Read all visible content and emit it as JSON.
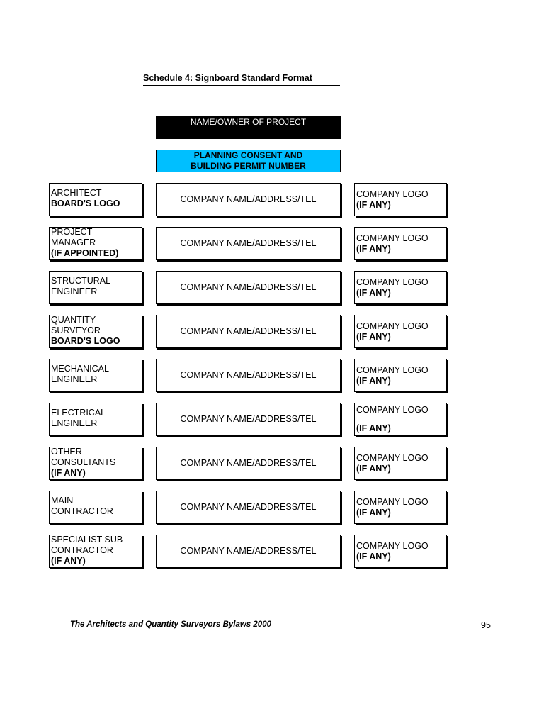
{
  "title": "Schedule 4: Signboard Standard Format",
  "owner_box": "NAME/OWNER OF PROJECT",
  "permit_box": {
    "line1": "PLANNING CONSENT AND",
    "line2": "BUILDING PERMIT NUMBER"
  },
  "rows": [
    {
      "role_lines": [
        "ARCHITECT"
      ],
      "role_bold": "BOARD'S LOGO",
      "company": "COMPANY NAME/ADDRESS/TEL",
      "logo": "COMPANY LOGO",
      "logo_bold": "(IF ANY)"
    },
    {
      "role_lines": [
        "PROJECT",
        "MANAGER"
      ],
      "role_bold": "(IF APPOINTED)",
      "company": "COMPANY NAME/ADDRESS/TEL",
      "logo": "COMPANY LOGO",
      "logo_bold": "(IF ANY)"
    },
    {
      "role_lines": [
        "STRUCTURAL",
        "ENGINEER"
      ],
      "role_bold": "",
      "company": "COMPANY NAME/ADDRESS/TEL",
      "logo": "COMPANY LOGO",
      "logo_bold": "(IF ANY)"
    },
    {
      "role_lines": [
        "QUANTITY",
        "SURVEYOR"
      ],
      "role_bold": "BOARD'S LOGO",
      "company": "COMPANY NAME/ADDRESS/TEL",
      "logo": "COMPANY LOGO",
      "logo_bold": "(IF ANY)"
    },
    {
      "role_lines": [
        "MECHANICAL",
        "ENGINEER"
      ],
      "role_bold": "",
      "company": "COMPANY NAME/ADDRESS/TEL",
      "logo": "COMPANY LOGO",
      "logo_bold": "(IF ANY)"
    },
    {
      "role_lines": [
        "ELECTRICAL",
        "ENGINEER"
      ],
      "role_bold": "",
      "company": "COMPANY NAME/ADDRESS/TEL",
      "logo": "COMPANY LOGO",
      "logo_bold": "(IF ANY)"
    },
    {
      "role_lines": [
        "OTHER",
        "CONSULTANTS"
      ],
      "role_bold": "(IF ANY)",
      "company": "COMPANY NAME/ADDRESS/TEL",
      "logo": "COMPANY LOGO",
      "logo_bold": "(IF ANY)"
    },
    {
      "role_lines": [
        "MAIN",
        "CONTRACTOR"
      ],
      "role_bold": "",
      "company": "COMPANY NAME/ADDRESS/TEL",
      "logo": "COMPANY LOGO",
      "logo_bold": "(IF ANY)"
    },
    {
      "role_lines": [
        "SPECIALIST SUB-",
        "CONTRACTOR"
      ],
      "role_bold": "(IF ANY)",
      "company": "COMPANY NAME/ADDRESS/TEL",
      "logo": "COMPANY LOGO",
      "logo_bold": "(IF ANY)"
    }
  ],
  "footer": "The Architects and Quantity Surveyors Bylaws 2000",
  "page_number": "95"
}
